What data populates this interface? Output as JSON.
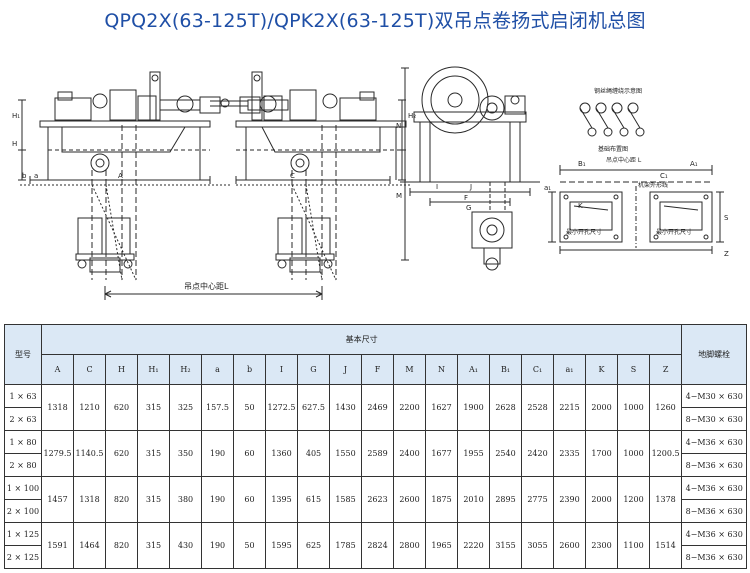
{
  "title": "QPQ2X(63-125T)/QPK2X(63-125T)双吊点卷扬式启闭机总图",
  "drawing": {
    "center_distance_label": "吊点中心距L",
    "rope_diagram_label": "钢丝绳缠绕示意图",
    "foundation_label": "基础布置图",
    "hoist_center_label": "吊点中心距 L",
    "frame_outline_label": "机架外形线",
    "min_opening_label": "最小开孔尺寸",
    "dim_letters": {
      "A": "A",
      "C": "C",
      "H": "H",
      "H1": "H₁",
      "H2": "H₂",
      "a": "a",
      "b": "b",
      "I": "I",
      "G": "G",
      "J": "J",
      "F": "F",
      "M": "M",
      "N": "N",
      "A1": "A₁",
      "B1": "B₁",
      "C1": "C₁",
      "a1": "a₁",
      "K": "K",
      "S": "S",
      "Z": "Z"
    }
  },
  "table": {
    "model_header": "型号",
    "basic_dims_header": "基本尺寸",
    "bolt_header": "地脚螺栓",
    "columns": [
      "A",
      "C",
      "H",
      "H₁",
      "H₂",
      "a",
      "b",
      "I",
      "G",
      "J",
      "F",
      "M",
      "N",
      "A₁",
      "B₁",
      "C₁",
      "a₁",
      "K",
      "S",
      "Z"
    ],
    "groups": [
      {
        "models": [
          "1 × 63",
          "2 × 63"
        ],
        "values": [
          "1318",
          "1210",
          "620",
          "315",
          "325",
          "157.5",
          "50",
          "1272.5",
          "627.5",
          "1430",
          "2469",
          "2200",
          "1627",
          "1900",
          "2628",
          "2528",
          "2215",
          "2000",
          "1000",
          "1260"
        ],
        "bolts": [
          "4−M30 × 630",
          "8−M30 × 630"
        ]
      },
      {
        "models": [
          "1 × 80",
          "2 × 80"
        ],
        "values": [
          "1279.5",
          "1140.5",
          "620",
          "315",
          "350",
          "190",
          "60",
          "1360",
          "405",
          "1550",
          "2589",
          "2400",
          "1677",
          "1955",
          "2540",
          "2420",
          "2335",
          "1700",
          "1000",
          "1200.5"
        ],
        "bolts": [
          "4−M36 × 630",
          "8−M36 × 630"
        ]
      },
      {
        "models": [
          "1 × 100",
          "2 × 100"
        ],
        "values": [
          "1457",
          "1318",
          "820",
          "315",
          "380",
          "190",
          "60",
          "1395",
          "615",
          "1585",
          "2623",
          "2600",
          "1875",
          "2010",
          "2895",
          "2775",
          "2390",
          "2000",
          "1200",
          "1378"
        ],
        "bolts": [
          "4−M36 × 630",
          "8−M36 × 630"
        ]
      },
      {
        "models": [
          "1 × 125",
          "2 × 125"
        ],
        "values": [
          "1591",
          "1464",
          "820",
          "315",
          "430",
          "190",
          "50",
          "1595",
          "625",
          "1785",
          "2824",
          "2800",
          "1965",
          "2220",
          "3155",
          "3055",
          "2600",
          "2300",
          "1100",
          "1514"
        ],
        "bolts": [
          "4−M36 × 630",
          "8−M36 × 630"
        ]
      }
    ]
  }
}
